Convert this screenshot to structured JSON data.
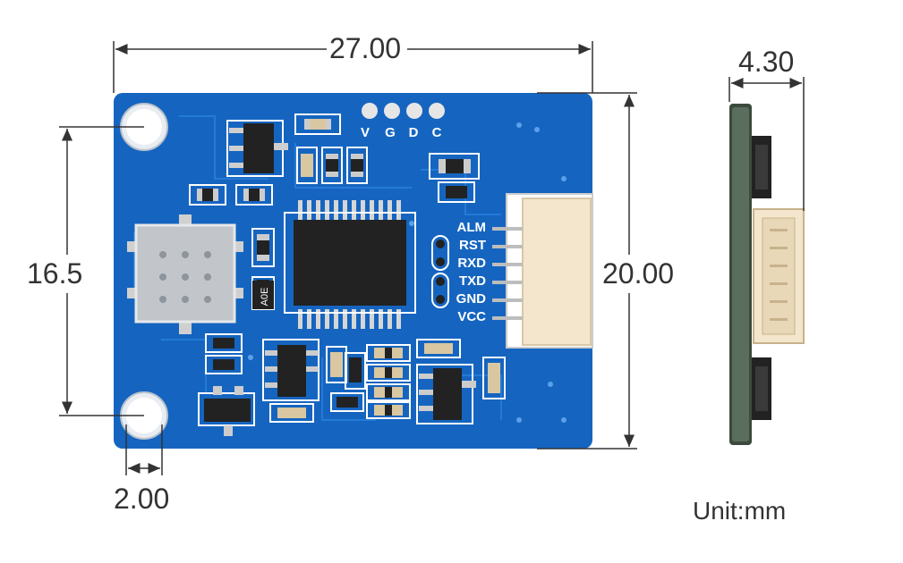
{
  "dimensions": {
    "width_label": "27.00",
    "height_label": "20.00",
    "hole_spacing_label": "16.5",
    "hole_offset_label": "2.00",
    "thickness_label": "4.30"
  },
  "unit_label": "Unit:mm",
  "board": {
    "top_pads": [
      "V",
      "G",
      "D",
      "C"
    ],
    "connector_pins": [
      "ALM",
      "RST",
      "RXD",
      "TXD",
      "GND",
      "VCC"
    ],
    "resistor_marking": "A0E"
  },
  "colors": {
    "pcb": "#1565c0",
    "pcb_trace": "#1f7ad8",
    "silk": "#ffffff",
    "chip": "#222222",
    "connector": "#f3e6cc",
    "dimension_line": "#333333"
  }
}
